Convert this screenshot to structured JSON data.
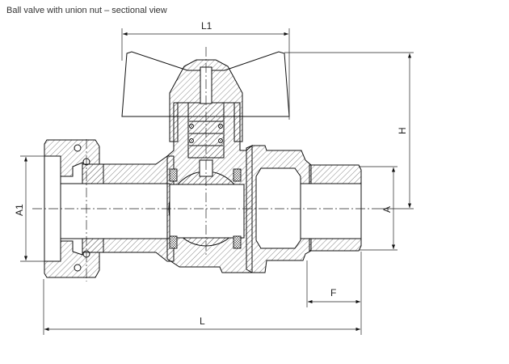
{
  "drawing": {
    "title": "Ball valve with union nut – sectional view",
    "dimensions": {
      "L1": "L1",
      "H": "H",
      "A1": "A1",
      "A": "A",
      "F": "F",
      "L": "L"
    }
  }
}
